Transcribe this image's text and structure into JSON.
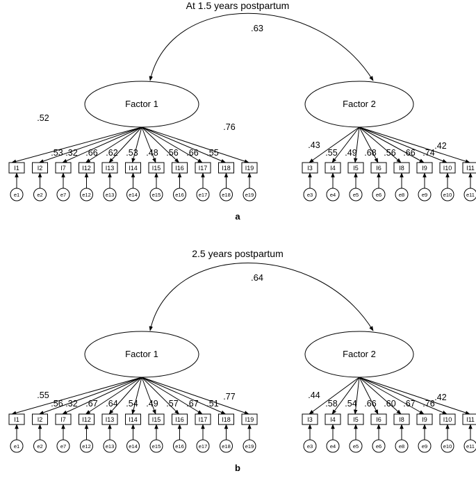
{
  "panels": [
    {
      "id": "a",
      "title": "At 1.5 years postpartum",
      "correlation": ".63",
      "panel_label": "a",
      "factors": [
        {
          "label": "Factor 1",
          "items": [
            "I1",
            "I2",
            "I7",
            "I12",
            "I13",
            "I14",
            "I15",
            "I16",
            "I17",
            "I18",
            "I19"
          ],
          "errors": [
            "e1",
            "e2",
            "e7",
            "e12",
            "e13",
            "e14",
            "e15",
            "e16",
            "e17",
            "e18",
            "e19"
          ],
          "loadings": [
            ".52",
            ".53",
            ".32",
            ".66",
            ".62",
            ".53",
            ".48",
            ".56",
            ".66",
            ".55",
            ".76"
          ]
        },
        {
          "label": "Factor 2",
          "items": [
            "I3",
            "I4",
            "I5",
            "I6",
            "I8",
            "I9",
            "I10",
            "I11"
          ],
          "errors": [
            "e3",
            "e4",
            "e5",
            "e6",
            "e8",
            "e9",
            "e10",
            "e11"
          ],
          "loadings": [
            ".43",
            ".55",
            ".49",
            ".68",
            ".56",
            ".66",
            ".74",
            ".42"
          ]
        }
      ]
    },
    {
      "id": "b",
      "title": "2.5 years postpartum",
      "correlation": ".64",
      "panel_label": "b",
      "factors": [
        {
          "label": "Factor 1",
          "items": [
            "I1",
            "I2",
            "I7",
            "I12",
            "I13",
            "I14",
            "I15",
            "I16",
            "I17",
            "I18",
            "I19"
          ],
          "errors": [
            "e1",
            "e2",
            "e7",
            "e12",
            "e13",
            "e14",
            "e15",
            "e16",
            "e17",
            "e18",
            "e19"
          ],
          "loadings": [
            ".55",
            ".56",
            ".32",
            ".67",
            ".64",
            ".54",
            ".49",
            ".57",
            ".67",
            ".51",
            ".77"
          ]
        },
        {
          "label": "Factor 2",
          "items": [
            "I3",
            "I4",
            "I5",
            "I6",
            "I8",
            "I9",
            "I10",
            "I11"
          ],
          "errors": [
            "e3",
            "e4",
            "e5",
            "e6",
            "e8",
            "e9",
            "e10",
            "e11"
          ],
          "loadings": [
            ".44",
            ".58",
            ".54",
            ".66",
            ".60",
            ".67",
            ".76",
            ".42"
          ]
        }
      ]
    }
  ]
}
